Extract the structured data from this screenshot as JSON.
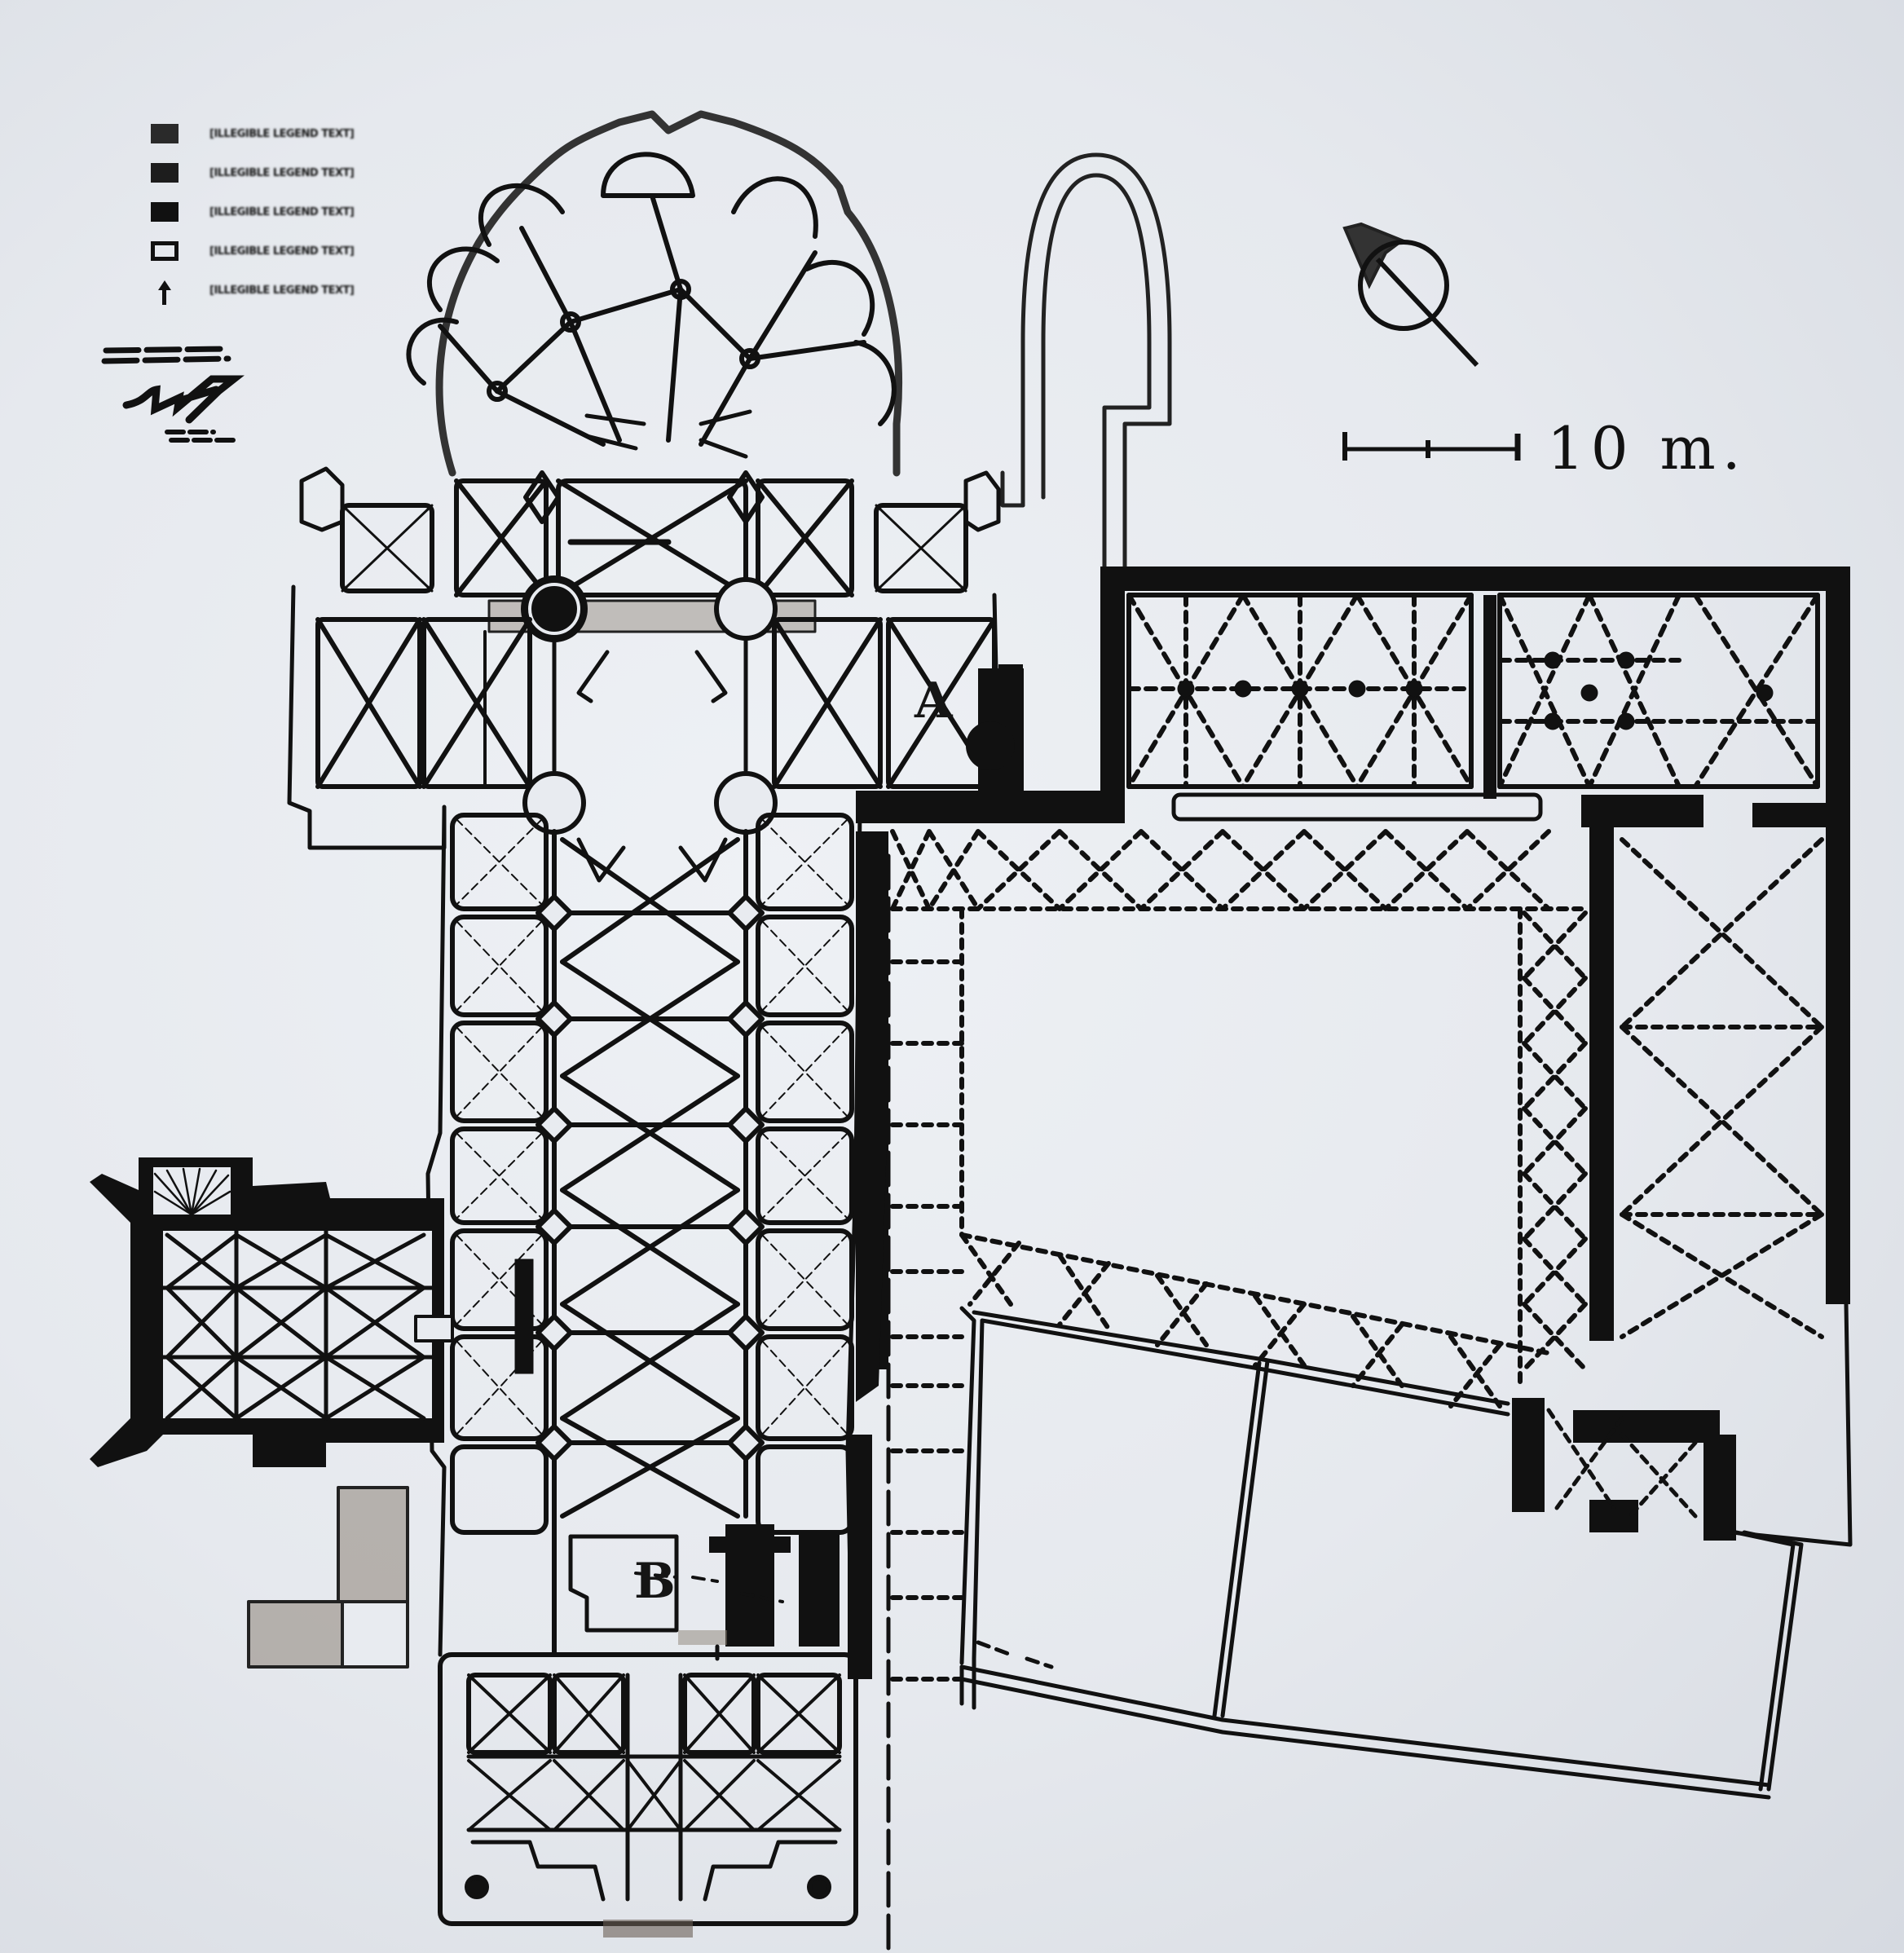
{
  "diagram": {
    "type": "architectural-floor-plan",
    "subject": "Gothic cathedral with cloister and annexes",
    "colors": {
      "ink": "#111111",
      "paper": "#e8ebf0",
      "ruin_hatch": "#6b5f55"
    }
  },
  "legend": {
    "items": [
      {
        "swatch": "dark-fill",
        "label": "[illegible legend text]"
      },
      {
        "swatch": "dark-fill-dotted",
        "label": "[illegible legend text]"
      },
      {
        "swatch": "solid-fill",
        "label": "[illegible legend text]"
      },
      {
        "swatch": "outline",
        "label": "[illegible legend text]"
      },
      {
        "swatch": "arrow",
        "label": "[illegible legend text]"
      }
    ]
  },
  "signature": {
    "text": "[signature / illegible]"
  },
  "north_arrow": {
    "icon": "north-arrow-icon"
  },
  "scale_bar": {
    "label": "10 m.",
    "divisions": 2
  },
  "markers": {
    "a": "A",
    "b": "B"
  }
}
